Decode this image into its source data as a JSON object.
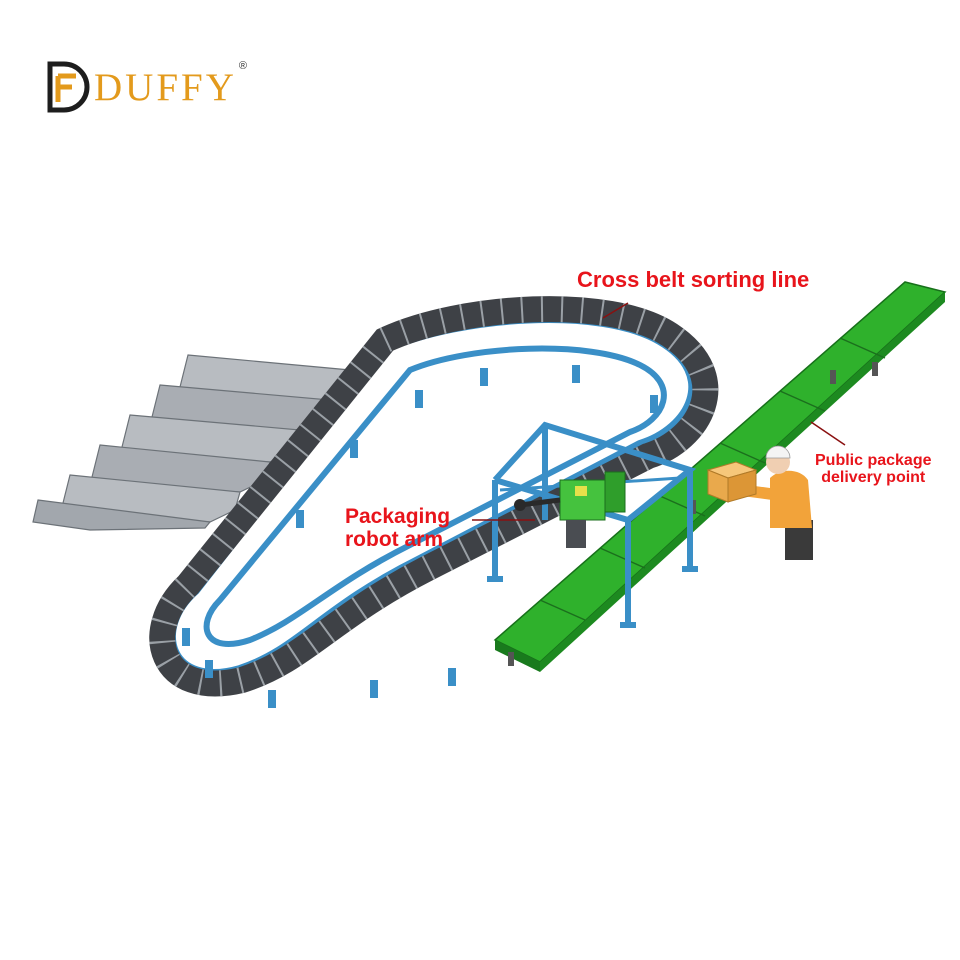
{
  "logo": {
    "brand_text": "DUFFY",
    "registered_mark": "®",
    "brand_color": "#e39a1c"
  },
  "labels": {
    "cross_belt": "Cross belt sorting line",
    "robot_line1": "Packaging",
    "robot_line2": "robot arm",
    "public_line1": "Public package",
    "public_line2": "delivery point"
  },
  "colors": {
    "callout_red": "#e8141b",
    "frame_blue": "#3a8fc7",
    "conveyor_green": "#2fb12c",
    "belt_dark": "#3e4146",
    "chute_grey": "#a3a8ae",
    "worker_orange": "#f2a33a"
  }
}
